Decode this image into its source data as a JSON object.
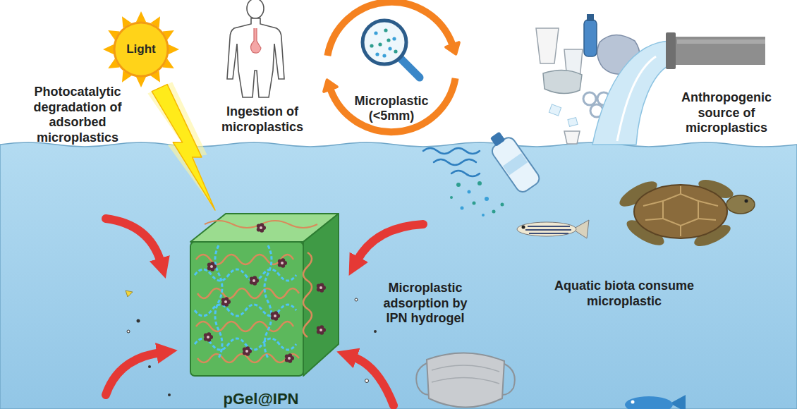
{
  "diagram": {
    "nodes": [
      {
        "text": [
          "Light"
        ]
      },
      {
        "text": [
          "Microplastic (<5mm)"
        ]
      },
      {
        "text": [
          "pGel@IPN"
        ]
      }
    ],
    "edges": [
      {
        "from": 0,
        "to": 2,
        "arrow": "to"
      }
    ],
    "labels": [
      "Photocatalytic degradation of adsorbed microplastics",
      "Ingestion of microplastics",
      "Anthropogenic source of microplastics",
      "Microplastic adsorption by IPN hydrogel",
      "Aquatic biota consume microplastic"
    ]
  }
}
